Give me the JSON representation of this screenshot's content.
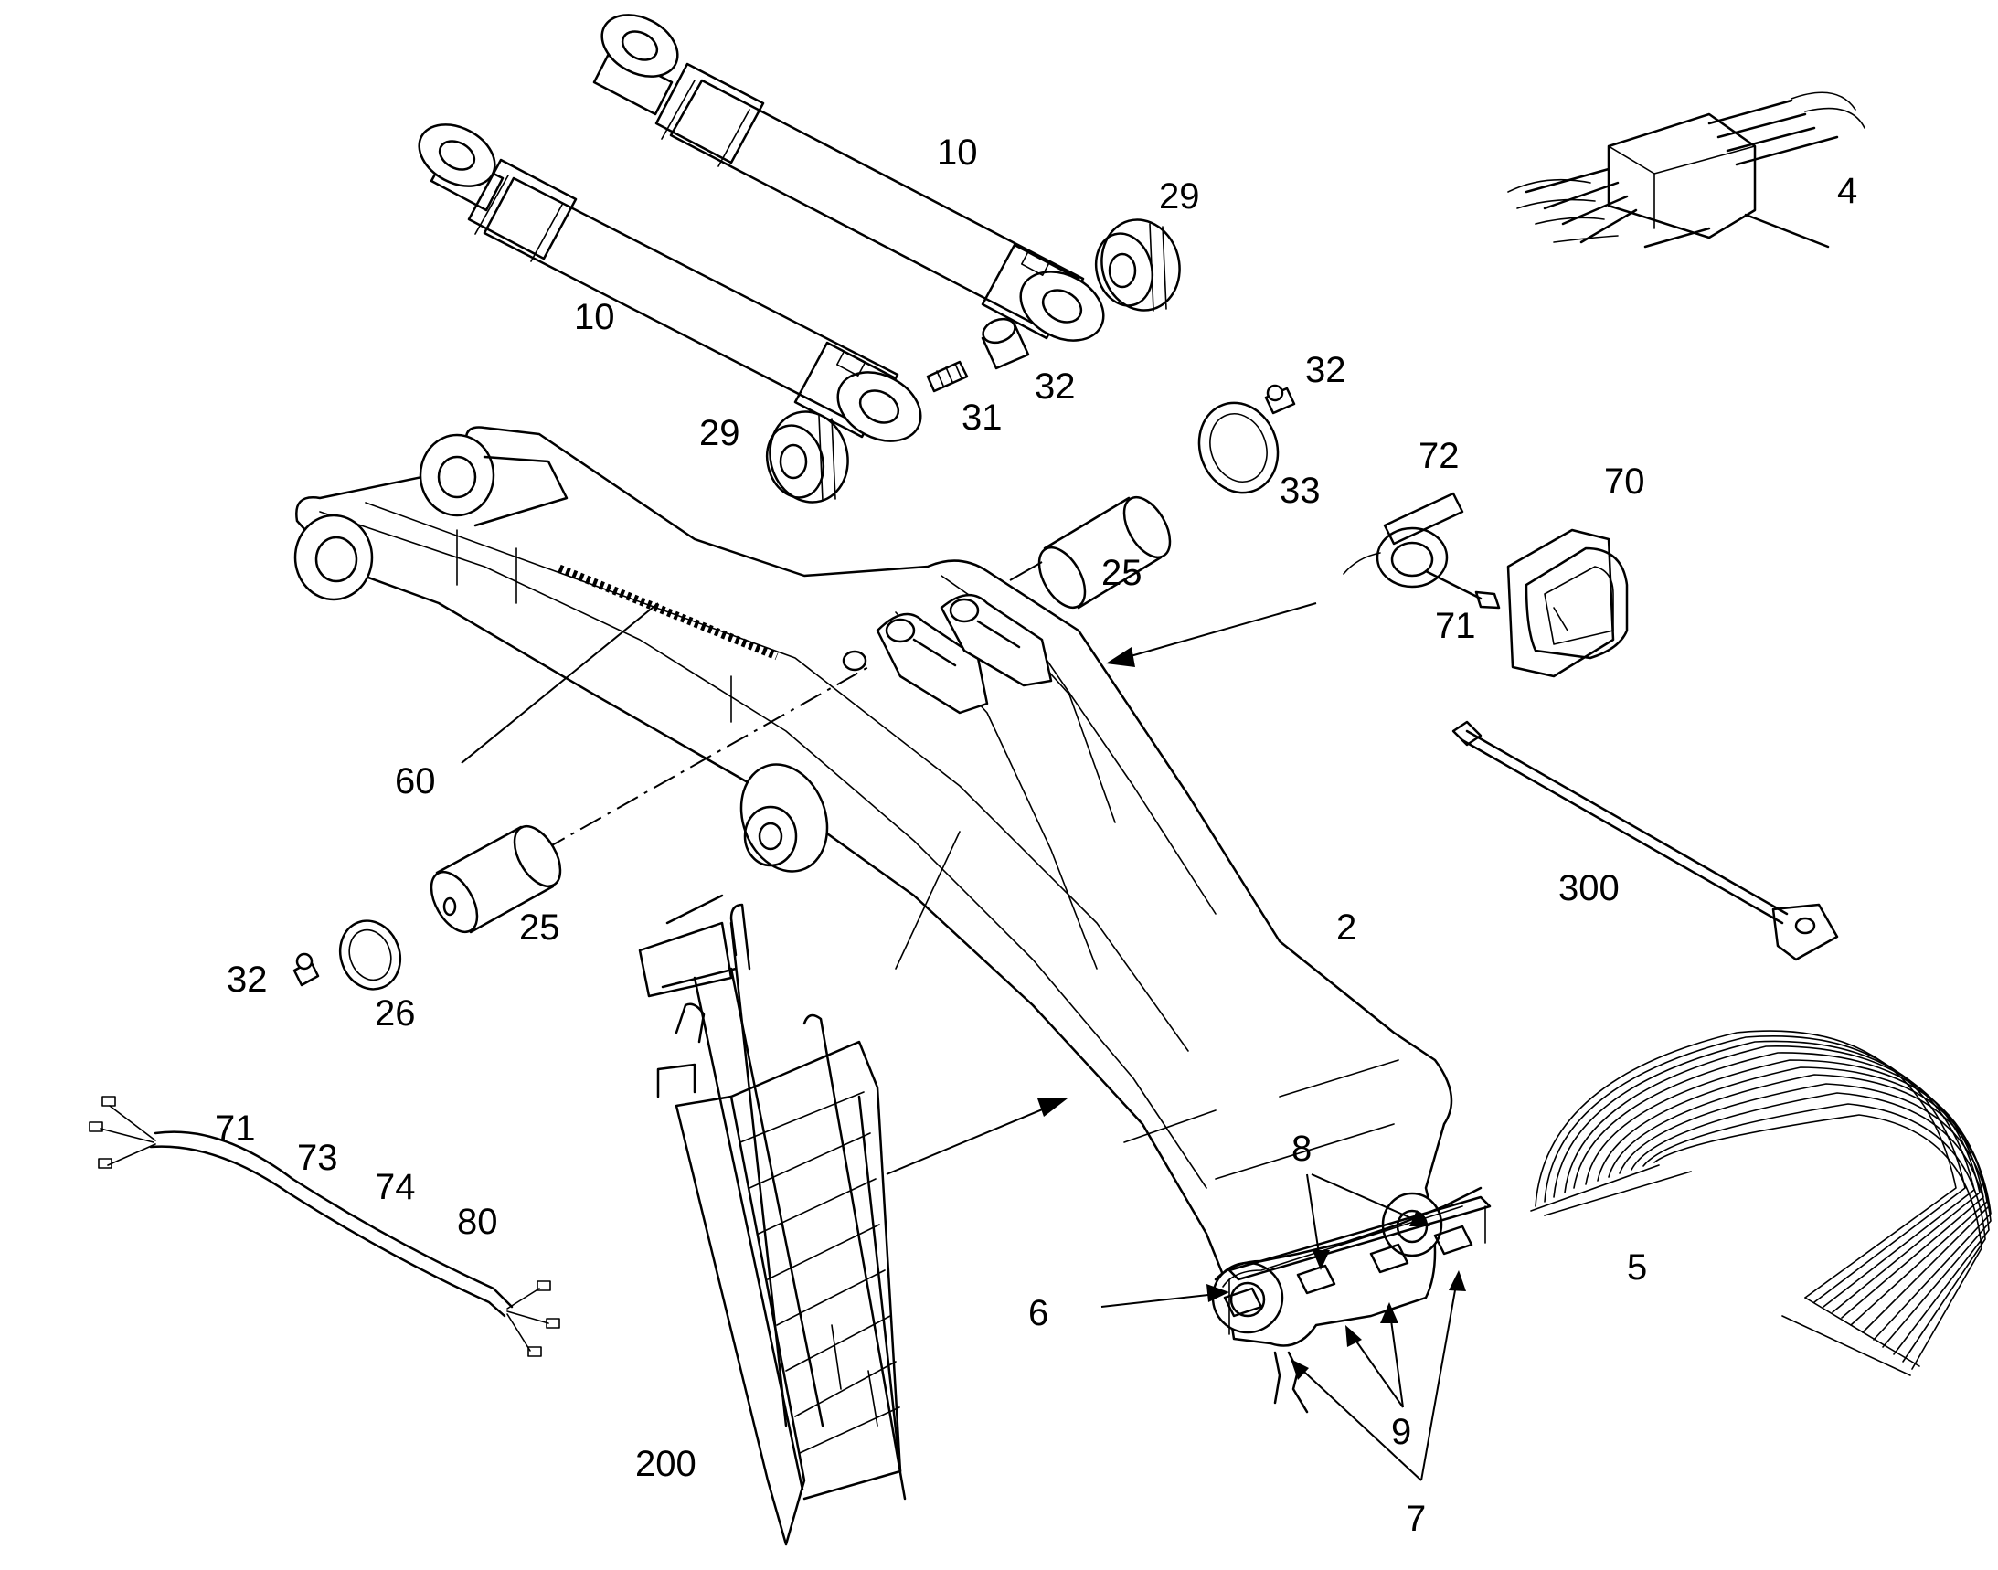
{
  "colors": {
    "ink": "#000000",
    "paper": "#ffffff"
  },
  "labels": [
    {
      "id": "cyl-right",
      "text": "10"
    },
    {
      "id": "cyl-left",
      "text": "10"
    },
    {
      "id": "bush-right",
      "text": "29"
    },
    {
      "id": "bush-left",
      "text": "29"
    },
    {
      "id": "valve-block",
      "text": "4"
    },
    {
      "id": "nipple-31",
      "text": "31"
    },
    {
      "id": "nipple-32a",
      "text": "32"
    },
    {
      "id": "nipple-32b",
      "text": "32"
    },
    {
      "id": "cover-33",
      "text": "33"
    },
    {
      "id": "tie-72",
      "text": "72"
    },
    {
      "id": "box-70",
      "text": "70"
    },
    {
      "id": "screw-71",
      "text": "71"
    },
    {
      "id": "pin-25a",
      "text": "25"
    },
    {
      "id": "pin-25b",
      "text": "25"
    },
    {
      "id": "strip-60",
      "text": "60"
    },
    {
      "id": "rod-300",
      "text": "300"
    },
    {
      "id": "boom-2",
      "text": "2"
    },
    {
      "id": "nipple-32c",
      "text": "32"
    },
    {
      "id": "cover-26",
      "text": "26"
    },
    {
      "id": "harness-71",
      "text": "71"
    },
    {
      "id": "harness-73",
      "text": "73"
    },
    {
      "id": "harness-74",
      "text": "74"
    },
    {
      "id": "harness-80",
      "text": "80"
    },
    {
      "id": "bracket-8",
      "text": "8"
    },
    {
      "id": "block-6",
      "text": "6"
    },
    {
      "id": "hoses-5",
      "text": "5"
    },
    {
      "id": "clamp-9",
      "text": "9"
    },
    {
      "id": "clamp-7",
      "text": "7"
    },
    {
      "id": "ladder-200",
      "text": "200"
    }
  ]
}
